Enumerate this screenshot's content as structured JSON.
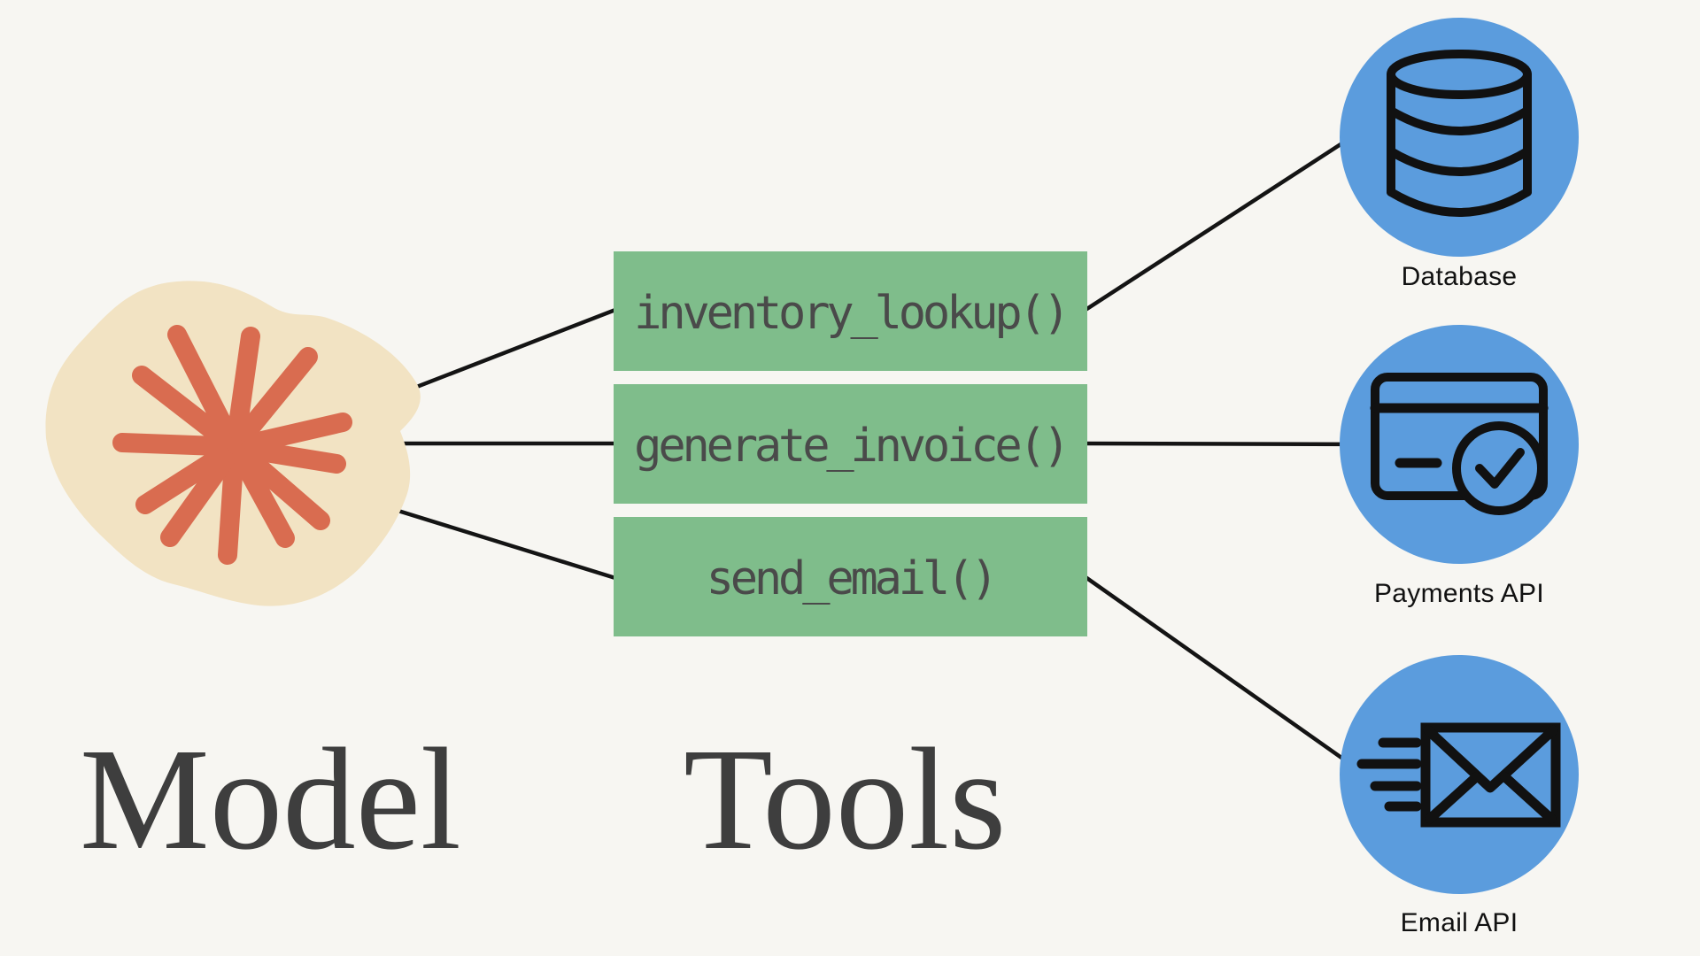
{
  "titles": {
    "model": "Model",
    "tools": "Tools"
  },
  "tool_functions": [
    {
      "label": "inventory_lookup()"
    },
    {
      "label": "generate_invoice()"
    },
    {
      "label": "send_email()"
    }
  ],
  "services": [
    {
      "label": "Database"
    },
    {
      "label": "Payments API"
    },
    {
      "label": "Email API"
    }
  ],
  "icons": {
    "model": "starburst-icon",
    "database": "database-cylinder-icon",
    "payments": "credit-card-check-icon",
    "email": "fast-envelope-icon"
  },
  "colors": {
    "background": "#F7F6F2",
    "box_green": "#7FBD8B",
    "box_text": "#4A4A4A",
    "service_blue": "#5B9CDD",
    "blob_tan": "#F2E3C3",
    "star_terracotta": "#D96C50",
    "line_black": "#141414",
    "title_gray": "#3E3E3E",
    "label_black": "#111111"
  }
}
